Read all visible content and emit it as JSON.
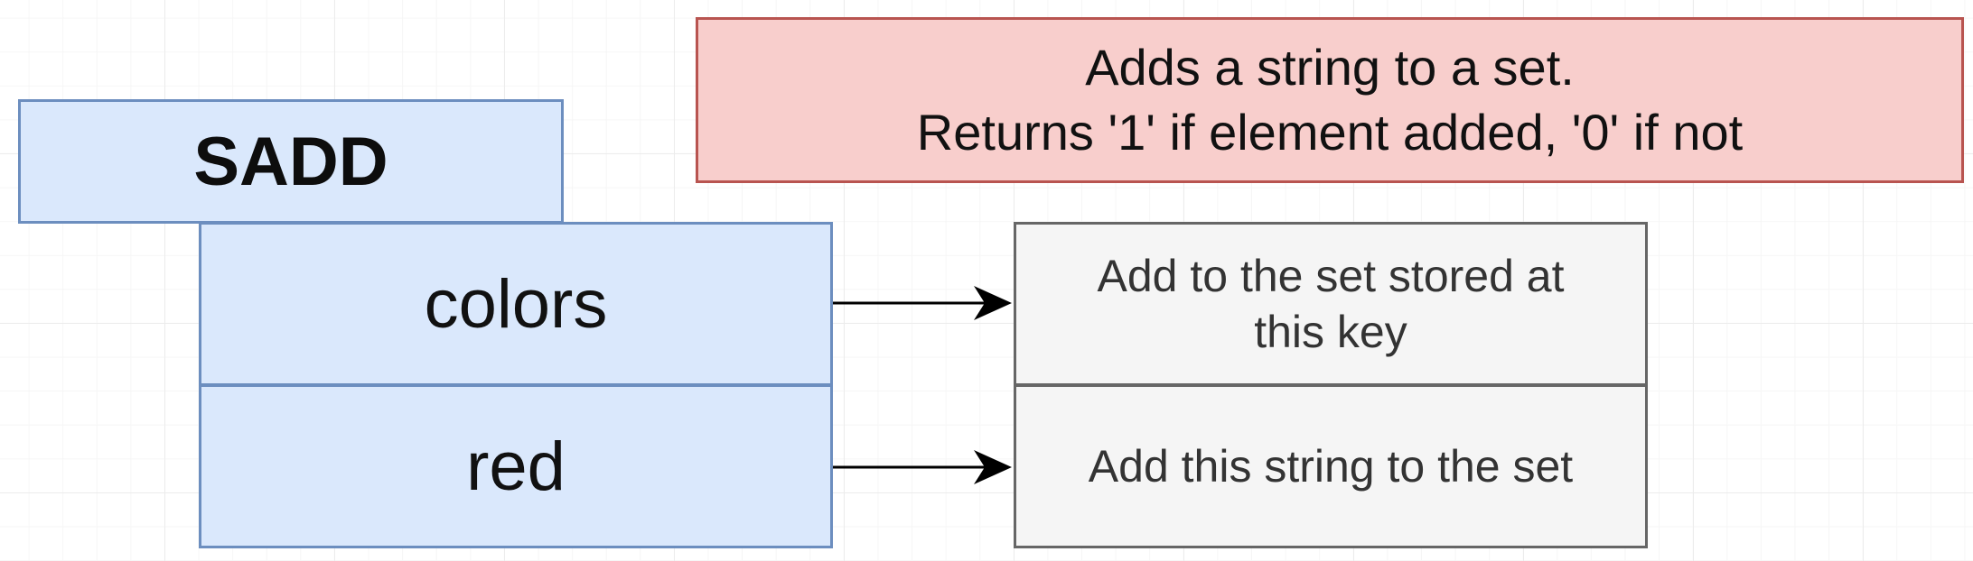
{
  "diagram": {
    "command": "SADD",
    "summary": {
      "line1": "Adds a string to a set.",
      "line2": "Returns '1' if element added, '0' if not"
    },
    "arguments": [
      {
        "name": "colors",
        "description_line1": "Add to the set stored at",
        "description_line2": "this key"
      },
      {
        "name": "red",
        "description": "Add this string to the set"
      }
    ]
  },
  "colors": {
    "command_fill": "#dae8fc",
    "command_stroke": "#6c8ebf",
    "summary_fill": "#f8cecc",
    "summary_stroke": "#b85450",
    "description_fill": "#f5f5f5",
    "description_stroke": "#666666",
    "connector": "#000000"
  }
}
